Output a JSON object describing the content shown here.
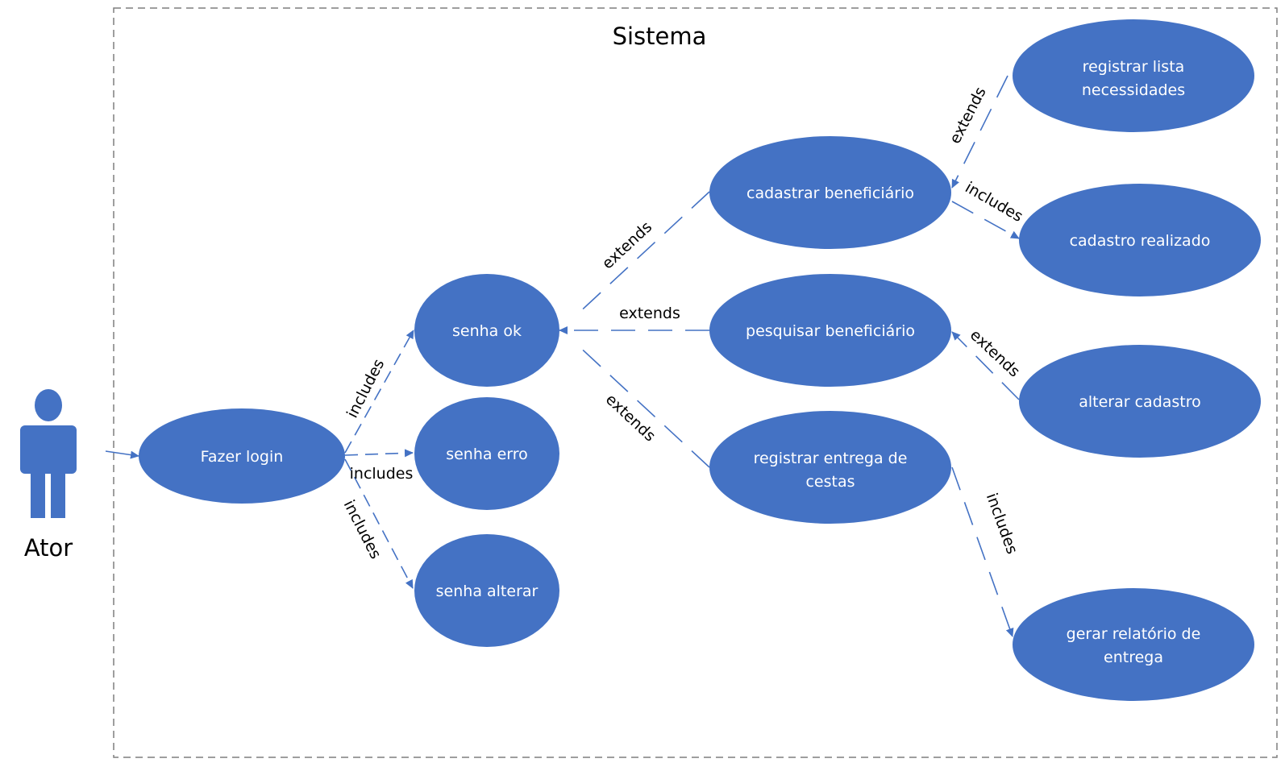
{
  "colors": {
    "ellipse_fill": "#4472c4",
    "connector": "#4472c4",
    "boundary": "#7f7f7f",
    "ellipse_text": "#ffffff",
    "label_text": "#000000"
  },
  "system": {
    "title": "Sistema"
  },
  "actor": {
    "label": "Ator",
    "icon": "person-icon"
  },
  "use_cases": {
    "fazer_login": [
      "Fazer login"
    ],
    "senha_ok": [
      "senha ok"
    ],
    "senha_erro": [
      "senha erro"
    ],
    "senha_alterar": [
      "senha alterar"
    ],
    "cadastrar_beneficiario": [
      "cadastrar beneficiário"
    ],
    "pesquisar_beneficiario": [
      "pesquisar beneficiário"
    ],
    "registrar_entrega": [
      "registrar entrega de",
      "cestas"
    ],
    "registrar_lista": [
      "registrar lista",
      "necessidades"
    ],
    "cadastro_realizado": [
      "cadastro realizado"
    ],
    "alterar_cadastro": [
      "alterar cadastro"
    ],
    "gerar_relatorio": [
      "gerar relatório de",
      "entrega"
    ]
  },
  "relations": {
    "login_to_ok": "includes",
    "login_to_erro": "includes",
    "login_to_alterar": "includes",
    "cadastrar_to_ok": "extends",
    "pesquisar_to_ok": "extends",
    "registrar_to_ok": "extends",
    "lista_to_cadastrar": "extends",
    "cadastrar_to_realizado": "includes",
    "alterar_to_pesquisar": "extends",
    "registrar_to_relatorio": "includes"
  }
}
